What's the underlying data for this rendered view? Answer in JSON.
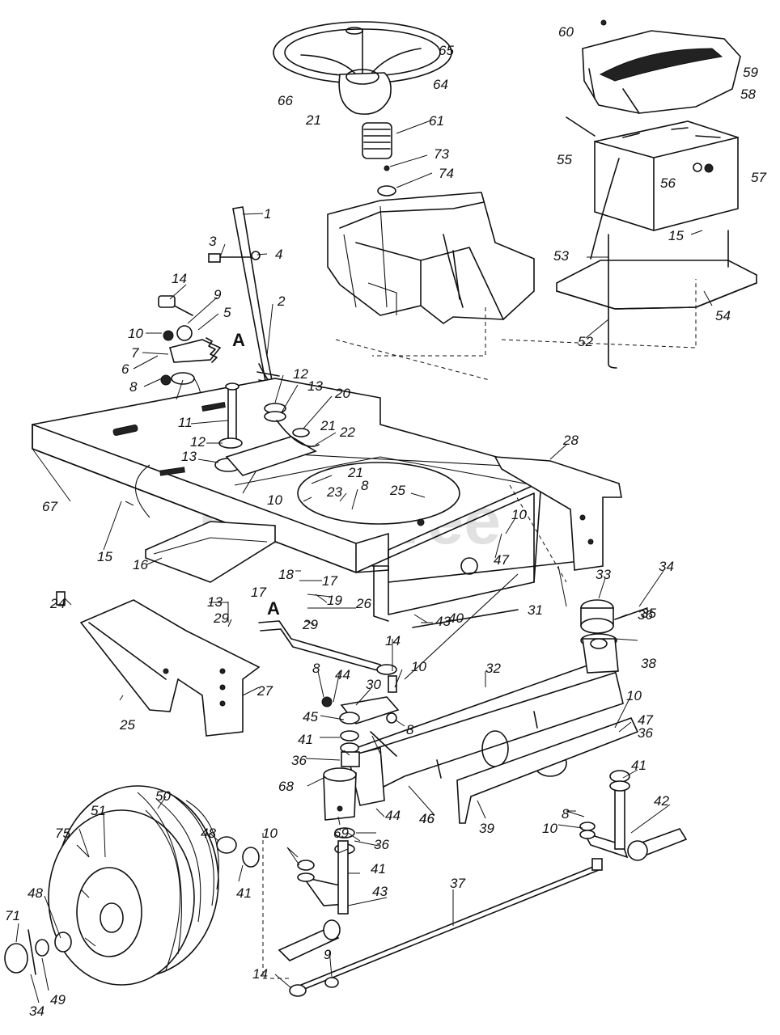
{
  "watermark": {
    "text": "PartsTree",
    "tm": "TM"
  },
  "view_letters": [
    "A",
    "A"
  ],
  "callouts": [
    "60",
    "65",
    "59",
    "58",
    "64",
    "66",
    "61",
    "55",
    "21",
    "56",
    "57",
    "73",
    "74",
    "1",
    "15",
    "3",
    "4",
    "53",
    "54",
    "14",
    "52",
    "9",
    "5",
    "2",
    "10",
    "7",
    "6",
    "12",
    "13",
    "8",
    "20",
    "28",
    "11",
    "21",
    "22",
    "12",
    "13",
    "21",
    "8",
    "23",
    "10",
    "25",
    "67",
    "10",
    "15",
    "47",
    "33",
    "34",
    "16",
    "18",
    "17",
    "35",
    "13",
    "17",
    "31",
    "36",
    "40",
    "24",
    "29",
    "29",
    "19",
    "26",
    "38",
    "14",
    "43",
    "32",
    "8",
    "44",
    "10",
    "30",
    "27",
    "10",
    "25",
    "45",
    "8",
    "47",
    "36",
    "41",
    "46",
    "36",
    "41",
    "50",
    "68",
    "51",
    "48",
    "44",
    "69",
    "46",
    "36",
    "8",
    "42",
    "75",
    "10",
    "39",
    "10",
    "41",
    "41",
    "43",
    "37",
    "48",
    "71",
    "9",
    "14",
    "34",
    "49"
  ]
}
